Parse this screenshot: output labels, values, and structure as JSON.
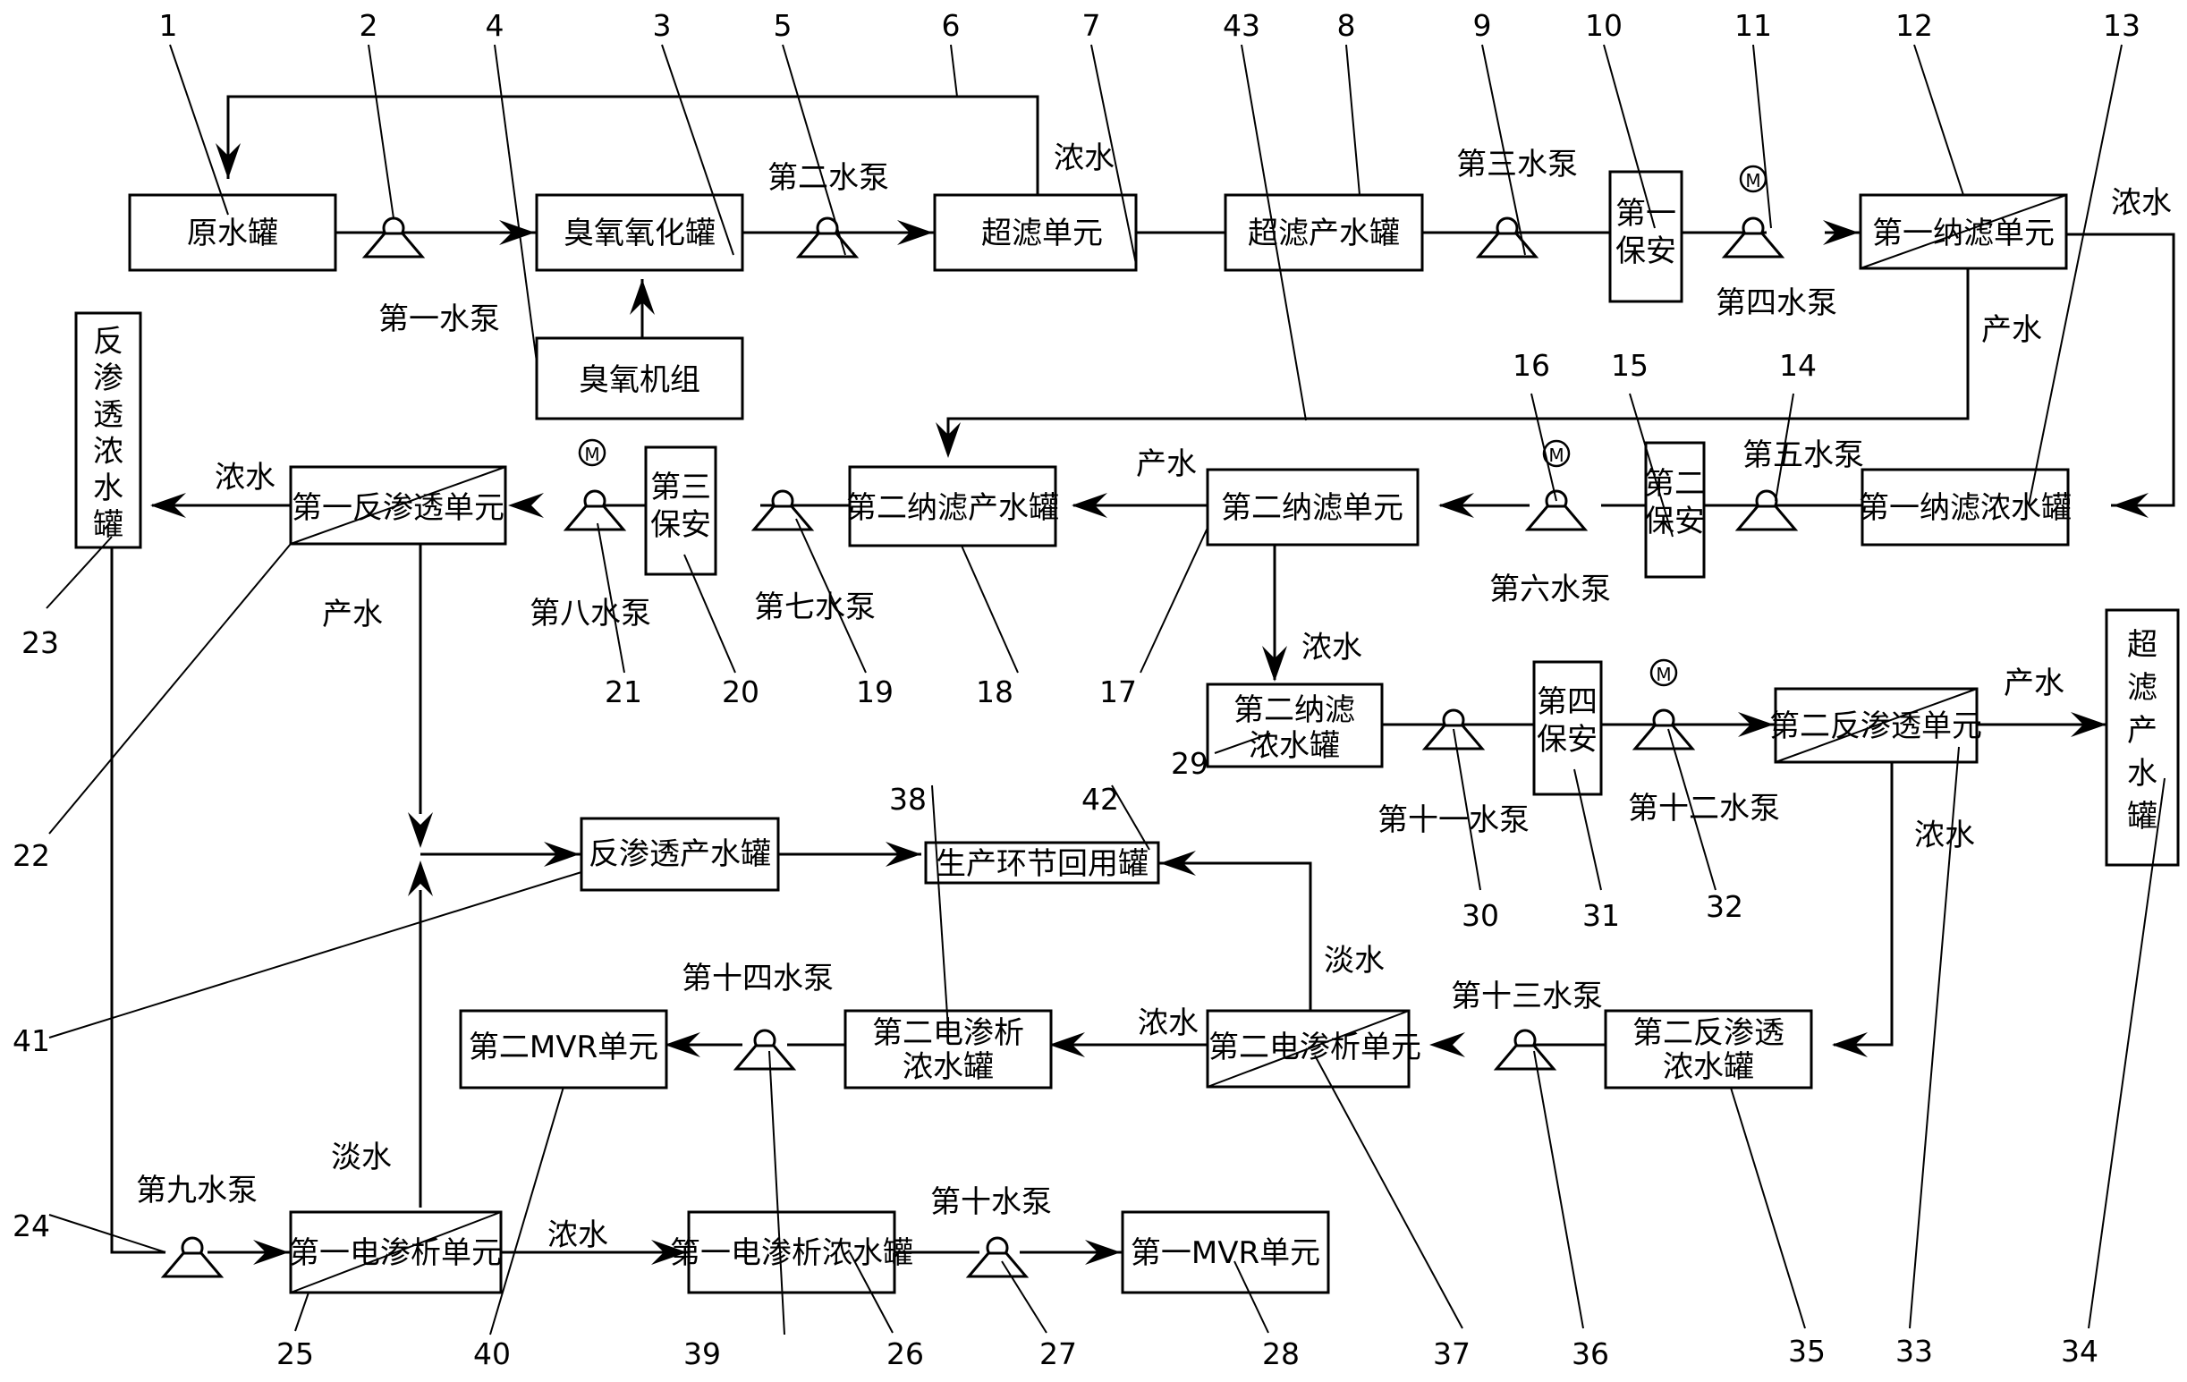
{
  "units": {
    "raw_tank": "原水罐",
    "ozone_tank": "臭氧氧化罐",
    "ozone_generator": "臭氧机组",
    "uf_unit": "超滤单元",
    "uf_product_tank": "超滤产水罐",
    "nf1_unit": "第一纳滤单元",
    "nf1_conc_tank": "第一纳滤浓水罐",
    "nf2_unit": "第二纳滤单元",
    "nf2_product_tank": "第二纳滤产水罐",
    "ro1_unit": "第一反渗透单元",
    "ro_conc_tank": [
      "反",
      "渗",
      "透",
      "浓",
      "水",
      "罐"
    ],
    "nf2_conc_tank": [
      "第二纳滤",
      "浓水罐"
    ],
    "ro2_unit": "第二反渗透单元",
    "uf_product_tank_2": [
      "超",
      "滤",
      "产",
      "水",
      "罐"
    ],
    "ro_product_tank": "反渗透产水罐",
    "reuse_tank": "生产环节回用罐",
    "ro2_conc_tank": [
      "第二反渗透",
      "浓水罐"
    ],
    "ed2_unit": "第二电渗析单元",
    "ed2_conc_tank": [
      "第二电渗析",
      "浓水罐"
    ],
    "mvr2_unit": "第二MVR单元",
    "ed1_unit": "第一电渗析单元",
    "ed1_conc_tank": "第一电渗析浓水罐",
    "mvr1_unit": "第一MVR单元",
    "filter1": [
      "第一",
      "保安"
    ],
    "filter2": [
      "第二",
      "保安"
    ],
    "filter3": [
      "第三",
      "保安"
    ],
    "filter4": [
      "第四",
      "保安"
    ]
  },
  "pumps": {
    "p1": "第一水泵",
    "p2": "第二水泵",
    "p3": "第三水泵",
    "p4": "第四水泵",
    "p5": "第五水泵",
    "p6": "第六水泵",
    "p7": "第七水泵",
    "p8": "第八水泵",
    "p9": "第九水泵",
    "p10": "第十水泵",
    "p11": "第十一水泵",
    "p12": "第十二水泵",
    "p13": "第十三水泵",
    "p14": "第十四水泵"
  },
  "flows": {
    "concentrate": "浓水",
    "product": "产水",
    "fresh": "淡水"
  },
  "motor_symbol": "M",
  "refs": [
    "1",
    "2",
    "3",
    "4",
    "5",
    "6",
    "7",
    "8",
    "9",
    "10",
    "11",
    "12",
    "13",
    "14",
    "15",
    "16",
    "17",
    "18",
    "19",
    "20",
    "21",
    "22",
    "23",
    "24",
    "25",
    "26",
    "27",
    "28",
    "29",
    "30",
    "31",
    "32",
    "33",
    "34",
    "35",
    "36",
    "37",
    "38",
    "39",
    "40",
    "41",
    "42",
    "43"
  ]
}
